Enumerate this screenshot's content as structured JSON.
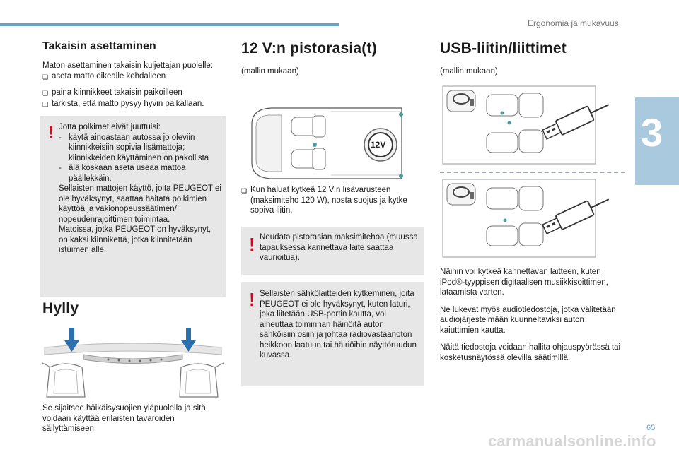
{
  "header": {
    "section_title": "Ergonomia ja mukavuus",
    "chapter_number": "3",
    "page_number": "65",
    "footer_url": "carmanualsonline.info"
  },
  "col1": {
    "heading": "Takaisin asettaminen",
    "intro": "Maton asettaminen takaisin kuljettajan puolelle:",
    "bullets_a": [
      "aseta matto oikealle kohdalleen"
    ],
    "bullets_b": [
      "paina kiinnikkeet takaisin paikoilleen",
      "tarkista, että matto pysyy hyvin paikallaan."
    ],
    "warning": {
      "line1": "Jotta polkimet eivät juuttuisi:",
      "dashes": [
        "käytä ainoastaan autossa jo oleviin kiinnikkeisiin sopivia lisämattoja; kiinnikkeiden käyttäminen on pakollista",
        "älä koskaan aseta useaa mattoa päällekkäin."
      ],
      "para1": "Sellaisten mattojen käyttö, joita PEUGEOT ei ole hyväksynyt, saattaa haitata polkimien käyttöä ja vakionopeussäätimen/ nopeudenrajoittimen toimintaa.",
      "para2": "Matoissa, jotka PEUGEOT on hyväksynyt, on kaksi kiinnikettä, jotka kiinnitetään istuimen alle."
    },
    "shelf_heading": "Hylly",
    "shelf_text": "Se sijaitsee häikäisysuojien yläpuolella ja sitä voidaan käyttää erilaisten tavaroiden säilyttämiseen."
  },
  "col2": {
    "heading": "12 V:n pistorasia(t)",
    "variant": "(mallin mukaan)",
    "socket_label": "12V",
    "bullet": "Kun haluat kytkeä 12 V:n lisävarusteen (maksimiteho 120 W), nosta suojus ja kytke sopiva liitin.",
    "warning1": "Noudata pistorasian maksimitehoa (muussa tapauksessa kannettava laite saattaa vaurioitua).",
    "warning2": "Sellaisten sähkölaitteiden kytkeminen, joita PEUGEOT ei ole hyväksynyt, kuten laturi, joka liitetään USB-portin kautta, voi aiheuttaa toiminnan häiriöitä auton sähköisiin osiin ja johtaa radiovastaanoton heikkoon laatuun tai häiriöihin näyttöruudun kuvassa."
  },
  "col3": {
    "heading": "USB-liitin/liittimet",
    "variant": "(mallin mukaan)",
    "para1": "Näihin voi kytkeä kannettavan laitteen, kuten iPod®-tyyppisen digitaalisen musiikkisoittimen, lataamista varten.",
    "para2": "Ne lukevat myös audiotiedostoja, jotka välitetään audiojärjestelmään kuunneltaviksi auton kaiuttimien kautta.",
    "para3": "Näitä tiedostoja voidaan hallita ohjauspyörässä tai kosketusnäytössä olevilla säätimillä."
  },
  "colors": {
    "accent_blue": "#6ba2c6",
    "tab_blue": "#a9c9de",
    "warning_red": "#e3001b",
    "warning_bg": "#e7e7e7",
    "marker_teal": "#4a9a9a"
  },
  "icons": {
    "warning": "exclamation-mark-icon",
    "bullet": "square-bullet-icon",
    "arrow": "down-arrow-icon",
    "usb": "usb-plug-icon"
  }
}
